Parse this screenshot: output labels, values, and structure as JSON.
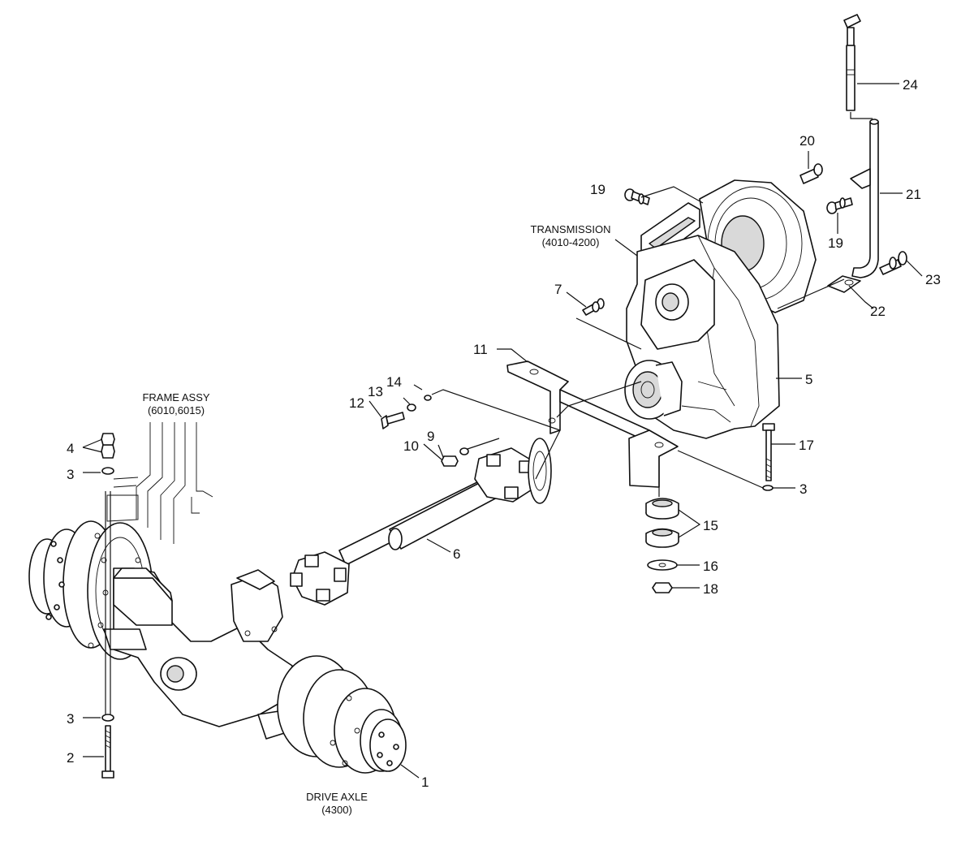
{
  "captions": {
    "transmission_name": "TRANSMISSION",
    "transmission_code": "(4010-4200)",
    "frame_name": "FRAME ASSY",
    "frame_code": "(6010,6015)",
    "axle_name": "DRIVE AXLE",
    "axle_code": "(4300)"
  },
  "callouts": {
    "c1": "1",
    "c2": "2",
    "c3a": "3",
    "c3b": "3",
    "c3c": "3",
    "c4": "4",
    "c5": "5",
    "c6": "6",
    "c7": "7",
    "c9": "9",
    "c10": "10",
    "c11": "11",
    "c12": "12",
    "c13": "13",
    "c14": "14",
    "c15": "15",
    "c16": "16",
    "c17": "17",
    "c18": "18",
    "c19a": "19",
    "c19b": "19",
    "c20": "20",
    "c21": "21",
    "c22": "22",
    "c23": "23",
    "c24": "24"
  }
}
